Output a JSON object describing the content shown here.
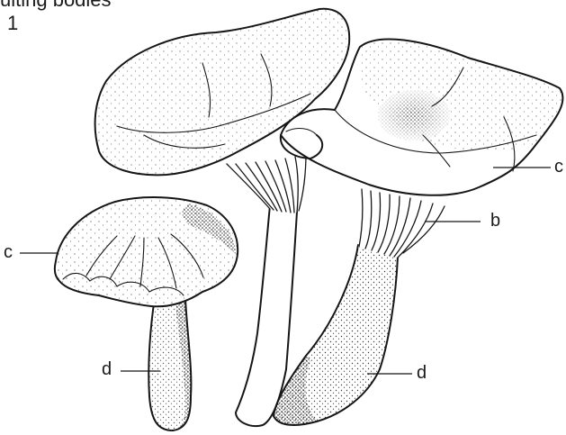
{
  "figure": {
    "header_text": "uiting bodies",
    "number": "1"
  },
  "labels": {
    "cap_right": "c",
    "gills": "b",
    "cap_left": "c",
    "stem_left": "d",
    "stem_right": "d"
  },
  "colors": {
    "ink": "#161616",
    "background": "#ffffff"
  }
}
